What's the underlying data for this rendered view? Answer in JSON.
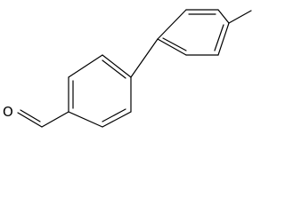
{
  "structure": {
    "atoms": [
      {
        "id": "O1",
        "element": "O",
        "label": "O"
      }
    ],
    "bond_color": "#000000"
  }
}
